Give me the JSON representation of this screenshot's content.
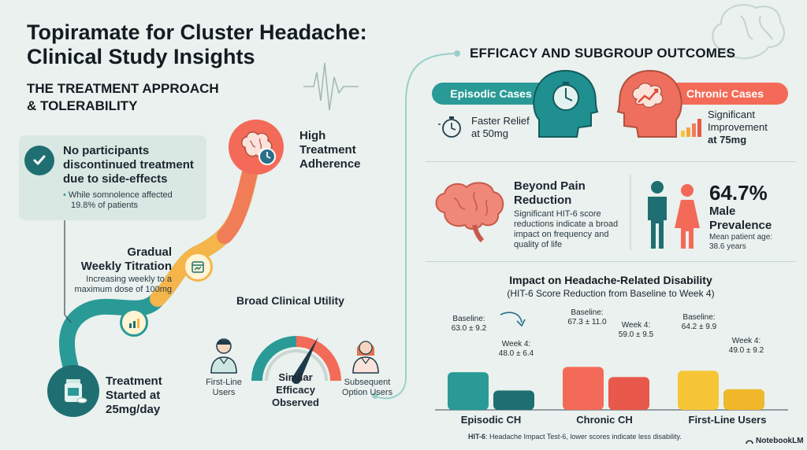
{
  "title": {
    "line1": "Topiramate for Cluster Headache:",
    "line2": "Clinical Study Insights"
  },
  "left": {
    "section_line1": "THE TREATMENT APPROACH",
    "section_line2": "& TOLERABILITY",
    "tolerability": {
      "line1": "No participants",
      "line2": "discontinued treatment",
      "line3": "due to side-effects",
      "bullet_line1": "While somnolence affected",
      "bullet_line2": "19.8% of patients"
    },
    "adherence": {
      "line1": "High",
      "line2": "Treatment",
      "line3": "Adherence"
    },
    "titration": {
      "line1": "Gradual",
      "line2": "Weekly Titration",
      "desc1": "Increasing weekly to a",
      "desc2": "maximum dose of 100mg"
    },
    "start": {
      "line1": "Treatment",
      "line2": "Started at",
      "line3": "25mg/day"
    },
    "utility": {
      "title": "Broad Clinical Utility",
      "first_line1": "First-Line",
      "first_line2": "Users",
      "subsequent_line1": "Subsequent",
      "subsequent_line2": "Option Users",
      "gauge_line1": "Similar",
      "gauge_line2": "Efficacy",
      "gauge_line3": "Observed"
    }
  },
  "right": {
    "section": "EFFICACY AND SUBGROUP OUTCOMES",
    "episodic": {
      "pill": "Episodic Cases",
      "line1": "Faster Relief",
      "line2": "at 50mg"
    },
    "chronic": {
      "pill": "Chronic Cases",
      "line1": "Significant",
      "line2": "Improvement",
      "line3": "at 75mg"
    },
    "beyond": {
      "line1": "Beyond Pain",
      "line2": "Reduction",
      "desc1": "Significant HIT-6 score",
      "desc2": "reductions indicate a broad",
      "desc3": "impact on frequency and",
      "desc4": "quality of life"
    },
    "male": {
      "percent": "64.7%",
      "line1": "Male",
      "line2": "Prevalence",
      "age1": "Mean patient age:",
      "age2": "38.6 years"
    }
  },
  "chart_data": {
    "type": "bar",
    "title": "Impact on Headache-Related Disability",
    "subtitle": "(HIT-6 Score Reduction from Baseline to Week 4)",
    "categories": [
      "Episodic CH",
      "Chronic CH",
      "First-Line Users"
    ],
    "series": [
      {
        "name": "Baseline",
        "values": [
          63.0,
          67.3,
          64.2
        ],
        "errors": [
          9.2,
          11.0,
          9.9
        ]
      },
      {
        "name": "Week 4",
        "values": [
          48.0,
          59.0,
          49.0
        ],
        "errors": [
          6.4,
          9.5,
          9.2
        ]
      }
    ],
    "labels": {
      "episodic_base_name": "Baseline:",
      "episodic_base_val": "63.0 ± 9.2",
      "episodic_w4_name": "Week 4:",
      "episodic_w4_val": "48.0 ± 6.4",
      "chronic_base_name": "Baseline:",
      "chronic_base_val": "67.3 ± 11.0",
      "chronic_w4_name": "Week 4:",
      "chronic_w4_val": "59.0 ± 9.5",
      "first_base_name": "Baseline:",
      "first_base_val": "64.2 ± 9.9",
      "first_w4_name": "Week 4:",
      "first_w4_val": "49.0 ± 9.2"
    },
    "colors": {
      "episodic": [
        "#2a9a96",
        "#1f6f72"
      ],
      "chronic": [
        "#f36b58",
        "#e8584b"
      ],
      "first": [
        "#f7c637",
        "#f0b82a"
      ]
    },
    "footnote_bold": "HIT-6",
    "footnote_rest": ": Headache Impact Test-6, lower scores indicate less disability."
  },
  "brand": "NotebookLM",
  "colors": {
    "teal": "#2a9a96",
    "coral": "#f36b58",
    "yellow": "#f7c637",
    "dark_teal": "#1f6f72"
  }
}
